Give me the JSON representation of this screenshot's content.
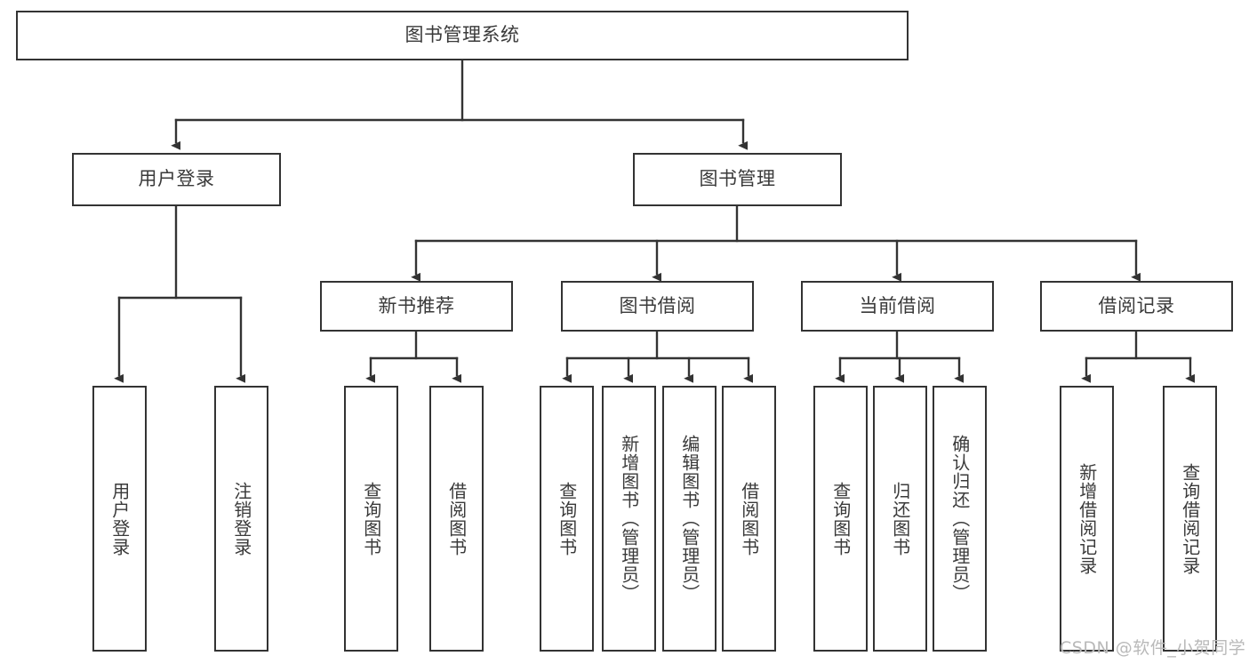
{
  "diagram": {
    "title": "图书管理系统",
    "type": "hierarchy-tree",
    "watermark": "CSDN @软件_小贺同学",
    "colors": {
      "box_border": "#333333",
      "box_fill": "#ffffff",
      "text": "#3a3a3a",
      "edge": "#333333",
      "background": "#ffffff",
      "watermark": "#b9b9b9"
    }
  },
  "chart_data": {
    "type": "tree",
    "title": "图书管理系统",
    "orientation": "top-down",
    "root": {
      "id": "root",
      "label": "图书管理系统",
      "children": [
        {
          "id": "user-login",
          "label": "用户登录",
          "children": [
            {
              "id": "user-login-do",
              "label": "用户登录"
            },
            {
              "id": "user-logout",
              "label": "注销登录"
            }
          ]
        },
        {
          "id": "book-manage",
          "label": "图书管理",
          "children": [
            {
              "id": "new-book-rec",
              "label": "新书推荐",
              "children": [
                {
                  "id": "query-book-1",
                  "label": "查询图书"
                },
                {
                  "id": "borrow-book-1",
                  "label": "借阅图书"
                }
              ]
            },
            {
              "id": "book-borrow",
              "label": "图书借阅",
              "children": [
                {
                  "id": "query-book-2",
                  "label": "查询图书"
                },
                {
                  "id": "add-book",
                  "label": "新增图书（管理员）"
                },
                {
                  "id": "edit-book",
                  "label": "编辑图书（管理员）"
                },
                {
                  "id": "borrow-book-2",
                  "label": "借阅图书"
                }
              ]
            },
            {
              "id": "current-borrow",
              "label": "当前借阅",
              "children": [
                {
                  "id": "query-book-3",
                  "label": "查询图书"
                },
                {
                  "id": "return-book",
                  "label": "归还图书"
                },
                {
                  "id": "confirm-return",
                  "label": "确认归还（管理员）"
                }
              ]
            },
            {
              "id": "borrow-record",
              "label": "借阅记录",
              "children": [
                {
                  "id": "add-record",
                  "label": "新增借阅记录"
                },
                {
                  "id": "query-record",
                  "label": "查询借阅记录"
                }
              ]
            }
          ]
        }
      ]
    }
  },
  "nodes": {
    "root": {
      "label": "图书管理系统"
    },
    "level2": [
      {
        "label": "用户登录"
      },
      {
        "label": "图书管理"
      }
    ],
    "level3": [
      {
        "label": "新书推荐"
      },
      {
        "label": "图书借阅"
      },
      {
        "label": "当前借阅"
      },
      {
        "label": "借阅记录"
      }
    ],
    "leaves": [
      {
        "label": "用户登录"
      },
      {
        "label": "注销登录"
      },
      {
        "label": "查询图书"
      },
      {
        "label": "借阅图书"
      },
      {
        "label": "查询图书"
      },
      {
        "label": "新增图书（管理员）"
      },
      {
        "label": "编辑图书（管理员）"
      },
      {
        "label": "借阅图书"
      },
      {
        "label": "查询图书"
      },
      {
        "label": "归还图书"
      },
      {
        "label": "确认归还（管理员）"
      },
      {
        "label": "新增借阅记录"
      },
      {
        "label": "查询借阅记录"
      }
    ]
  }
}
